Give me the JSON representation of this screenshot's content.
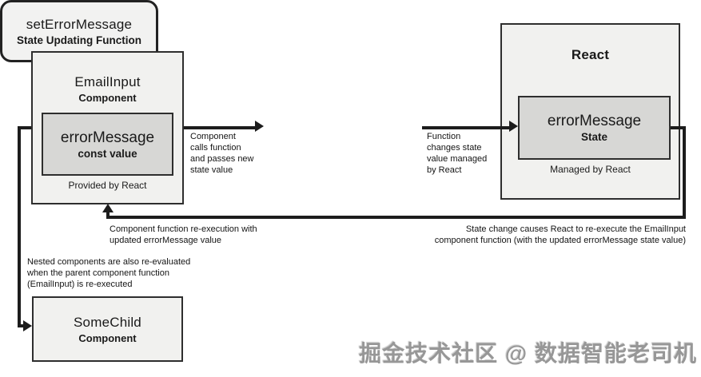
{
  "diagram": {
    "email_input_box": {
      "title": "EmailInput",
      "subtitle": "Component",
      "state_box": {
        "title": "errorMessage",
        "subtitle": "const value"
      },
      "caption": "Provided by React"
    },
    "setter_box": {
      "title": "setErrorMessage",
      "subtitle": "State Updating Function"
    },
    "react_box": {
      "title": "React",
      "state_box": {
        "title": "errorMessage",
        "subtitle": "State"
      },
      "caption": "Managed by React"
    },
    "child_box": {
      "title": "SomeChild",
      "subtitle": "Component"
    },
    "annotations": {
      "calls_function": {
        "lines": [
          "Component",
          "calls function",
          "and passes new",
          "state value"
        ]
      },
      "changes_state": {
        "lines": [
          "Function",
          "changes state",
          "value managed",
          "by React"
        ]
      },
      "re_execution": {
        "lines": [
          "Component function re-execution with",
          "updated errorMessage value"
        ]
      },
      "state_change": {
        "lines": [
          "State change causes React to re-execute the EmailInput",
          "component function (with the updated errorMessage state value)"
        ]
      },
      "nested": {
        "lines": [
          "Nested components are also re-evaluated",
          "when the parent component function",
          "(EmailInput) is re-executed"
        ]
      }
    }
  },
  "watermark": "掘金技术社区 @ 数据智能老司机",
  "colors": {
    "box_fill": "#f1f1ef",
    "inner_box_fill": "#d7d7d5",
    "border": "#2e2e2e",
    "arrow": "#1c1c1c",
    "watermark": "#979797"
  }
}
